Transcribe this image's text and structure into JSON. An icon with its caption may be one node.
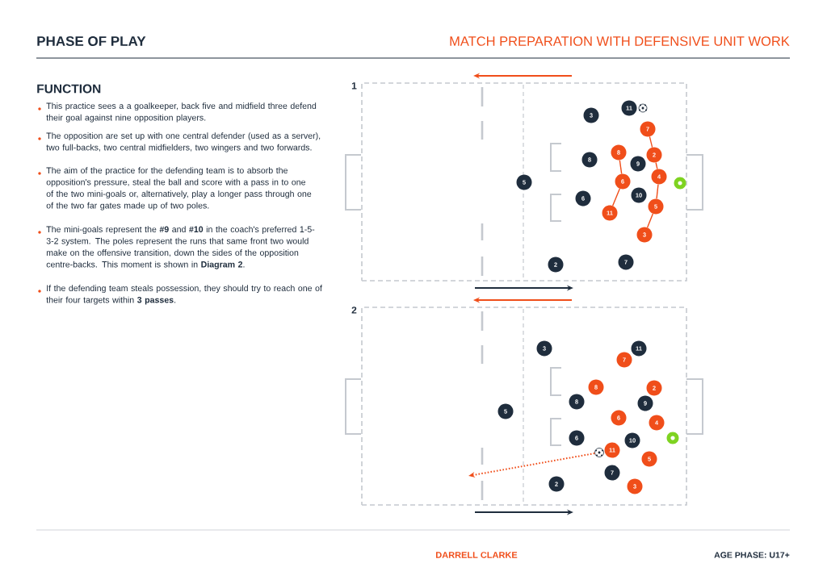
{
  "diagram": {
    "title": "PHASE OF PLAY",
    "nodes": [
      {
        "text": [
          "1"
        ]
      },
      {
        "text": [
          "11"
        ],
        "in": 0
      },
      {
        "text": [
          "3"
        ],
        "in": 0
      },
      {
        "text": [
          "7"
        ],
        "in": 0
      },
      {
        "text": [
          "8"
        ],
        "in": 0
      },
      {
        "text": [
          "2"
        ],
        "in": 0
      },
      {
        "text": [
          "8"
        ],
        "in": 0
      },
      {
        "text": [
          "9"
        ],
        "in": 0
      },
      {
        "text": [
          "4"
        ],
        "in": 0
      },
      {
        "text": [
          "6"
        ],
        "in": 0
      },
      {
        "text": [
          "5"
        ],
        "in": 0
      },
      {
        "text": [],
        "shape": "circle",
        "in": 0
      },
      {
        "text": [
          "10"
        ],
        "in": 0
      },
      {
        "text": [
          "6"
        ],
        "in": 0
      },
      {
        "text": [
          "5"
        ],
        "in": 0
      },
      {
        "text": [
          "11"
        ],
        "in": 0
      },
      {
        "text": [
          "3"
        ],
        "in": 0
      },
      {
        "text": [
          "7"
        ],
        "in": 0
      },
      {
        "text": [
          "2"
        ],
        "in": 0
      },
      {
        "text": [
          "2"
        ]
      },
      {
        "text": [
          "3"
        ],
        "in": 19
      },
      {
        "text": [
          "11"
        ],
        "in": 19
      },
      {
        "text": [
          "7"
        ],
        "in": 19
      },
      {
        "text": [
          "8"
        ],
        "in": 19
      },
      {
        "text": [
          "2"
        ],
        "in": 19
      },
      {
        "text": [
          "8"
        ],
        "in": 19
      },
      {
        "text": [
          "9"
        ],
        "in": 19
      },
      {
        "text": [
          "5"
        ],
        "in": 19
      },
      {
        "text": [
          "6"
        ],
        "in": 19
      },
      {
        "text": [
          "4"
        ],
        "in": 19
      },
      {
        "text": [
          "6"
        ],
        "in": 19
      },
      {
        "text": [],
        "shape": "circle",
        "in": 19
      },
      {
        "text": [
          "10"
        ],
        "in": 19
      },
      {
        "text": [
          "11"
        ],
        "in": 19
      },
      {
        "text": [],
        "shape": "picture",
        "in": 19
      },
      {
        "text": [
          "5"
        ],
        "in": 19
      },
      {
        "text": [
          "7"
        ],
        "in": 19
      },
      {
        "text": [
          "2"
        ],
        "in": 19
      },
      {
        "text": [
          "3"
        ],
        "in": 19
      }
    ],
    "edges": [
      {
        "from": 3,
        "to": 5,
        "arrow": "none"
      },
      {
        "from": 5,
        "to": 8,
        "arrow": "none"
      },
      {
        "from": 8,
        "to": 14,
        "arrow": "none"
      },
      {
        "from": 14,
        "to": 16,
        "arrow": "none"
      },
      {
        "from": 4,
        "to": 9,
        "arrow": "none"
      },
      {
        "from": 9,
        "to": 15,
        "arrow": "none"
      },
      {
        "from": 34,
        "to": null,
        "arrow": "to",
        "style": "dashed"
      }
    ],
    "labels": [
      "MATCH PREPARATION WITH DEFENSIVE UNIT WORK",
      "FUNCTION",
      "This practice sees a a goalkeeper, back five and midfield three defend their goal against nine opposition players.",
      "The opposition are set up with one central defender (used as a server), two full-backs, two central midfielders, two wingers and two forwards.",
      "The aim of the practice for the defending team is to absorb the opposition's pressure, steal the ball and score with a pass in to one of the two mini-goals or, alternatively, play a longer pass through one of the two far gates made up of two poles.",
      "The mini-goals represent the **#9** and **#10** in the coach's preferred 1-5-3-2 system. The poles represent the runs that same front two would make on the offensive transition, down the sides of the opposition centre-backs. This moment is shown in **Diagram 2**.",
      "If the defending team steals possession, they should try to reach one of their four targets within **3 passes**.",
      "DARRELL CLARKE",
      "AGE PHASE: U17+"
    ]
  }
}
